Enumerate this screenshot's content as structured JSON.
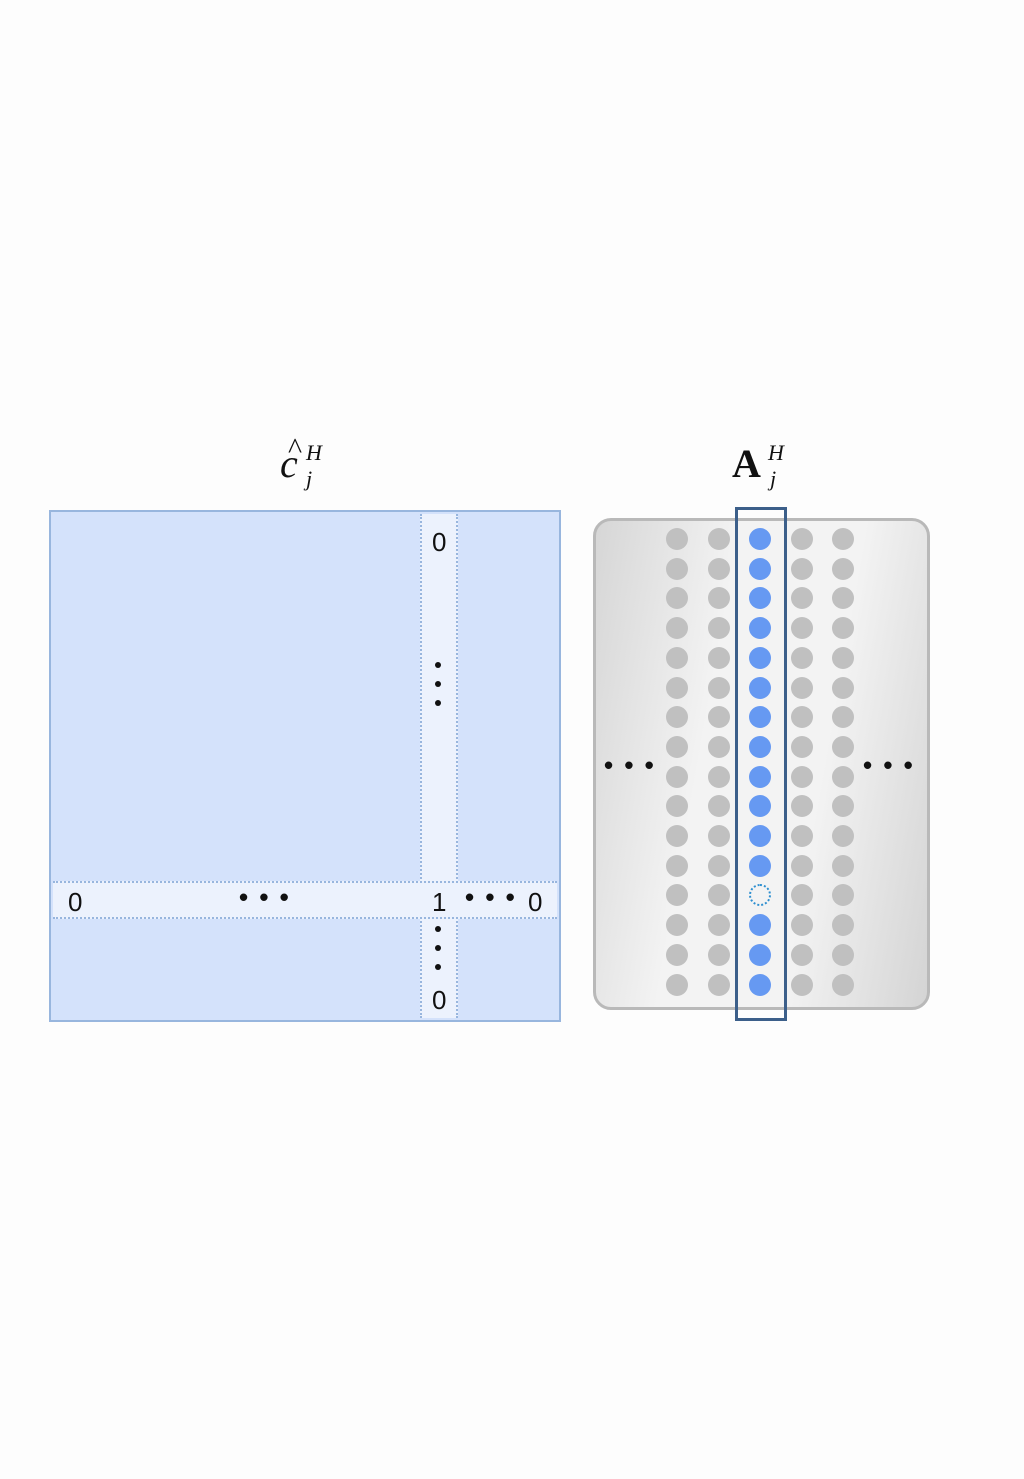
{
  "labels": {
    "c_hat": {
      "hat": "^",
      "base": "c",
      "sup": "H",
      "sub": "j"
    },
    "A": {
      "base": "A",
      "sup": "H",
      "sub": "j"
    }
  },
  "matrix_c": {
    "col_top": "0",
    "col_bottom": "0",
    "row_left": "0",
    "row_right": "0",
    "diagonal": "1",
    "ellipsis": "• • •"
  },
  "matrix_a": {
    "rows": 16,
    "columns": 5,
    "highlight_column": 3,
    "hollow_row": 13,
    "left_ellipsis": "• • •",
    "right_ellipsis": "• • •",
    "colors": {
      "gray": "#c0c0c0",
      "blue": "#6699f2",
      "hollow": "#2e8fd0",
      "frame": "#3c5f8a"
    }
  }
}
